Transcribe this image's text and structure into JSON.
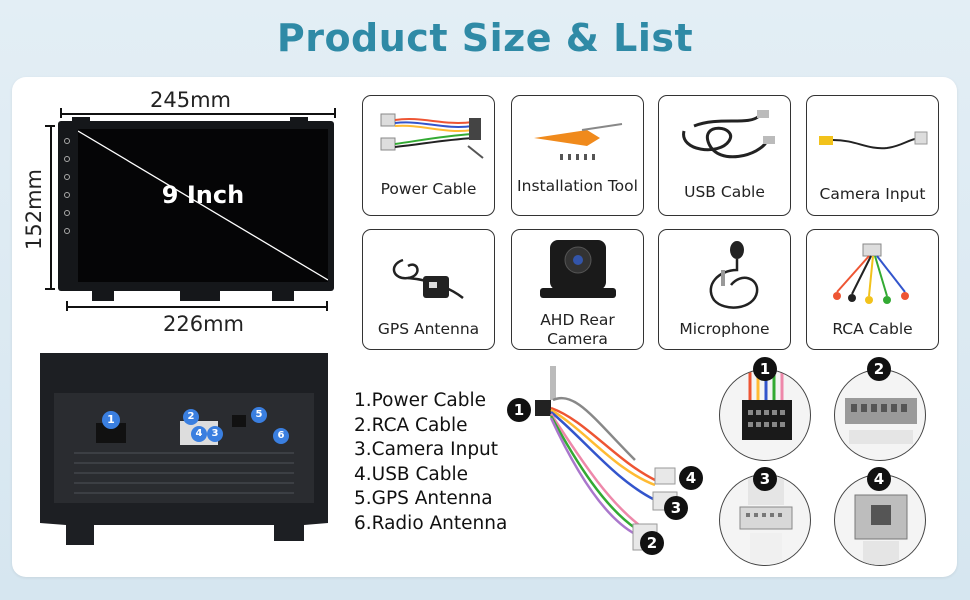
{
  "title": "Product Size & List",
  "dimensions": {
    "width_top": "245mm",
    "width_bottom": "226mm",
    "height": "152mm",
    "screen_label": "9 Inch"
  },
  "accessories": [
    {
      "label": "Power Cable",
      "icon": "power-cable-icon"
    },
    {
      "label": "Installation Tool",
      "icon": "installation-tool-icon"
    },
    {
      "label": "USB Cable",
      "icon": "usb-cable-icon"
    },
    {
      "label": "Camera Input",
      "icon": "camera-input-icon"
    },
    {
      "label": "GPS Antenna",
      "icon": "gps-antenna-icon"
    },
    {
      "label": "AHD Rear Camera",
      "icon": "rear-camera-icon"
    },
    {
      "label": "Microphone",
      "icon": "microphone-icon"
    },
    {
      "label": "RCA Cable",
      "icon": "rca-cable-icon"
    }
  ],
  "port_list": [
    "1.Power Cable",
    "2.RCA Cable",
    "3.Camera Input",
    "4.USB Cable",
    "5.GPS Antenna",
    "6.Radio Antenna"
  ],
  "back_unit_badges": [
    "1",
    "2",
    "3",
    "4",
    "5",
    "6"
  ],
  "harness_badges": [
    "1",
    "2",
    "3",
    "4"
  ],
  "connector_badges": [
    "1",
    "2",
    "3",
    "4"
  ],
  "colors": {
    "title": "#2f8aa6",
    "background": "#dbe9f2",
    "panel": "#ffffff",
    "badge": "#111111",
    "back_badge": "#3a7fe0"
  }
}
